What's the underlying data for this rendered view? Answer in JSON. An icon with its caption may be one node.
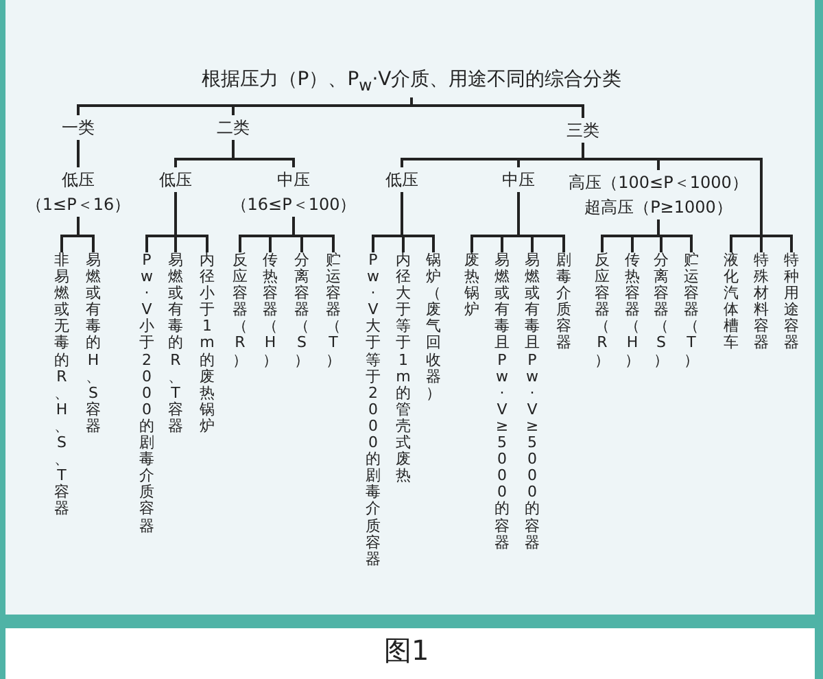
{
  "diagram": {
    "caption": "图1",
    "nodes": [
      {
        "text": [
          "根据压力（P）、P$_{w}$·V介质、用途不同的综合分类"
        ]
      },
      {
        "text": [
          "一类"
        ]
      },
      {
        "text": [
          "二类"
        ]
      },
      {
        "text": [
          "三类"
        ]
      },
      {
        "text": [
          "低压",
          "（1≤P＜16）"
        ]
      },
      {
        "text": [
          "低压"
        ]
      },
      {
        "text": [
          "中压",
          "（16≤P＜100）"
        ]
      },
      {
        "text": [
          "低压"
        ]
      },
      {
        "text": [
          "中压"
        ]
      },
      {
        "text": [
          "高压（100≤P＜1000）",
          "超高压（P≥1000）"
        ]
      },
      {
        "text": [
          "非易燃或无毒的R、H、S、T容器"
        ]
      },
      {
        "text": [
          "易燃或有毒的H、S容器"
        ]
      },
      {
        "text": [
          "Pw·V小于2000的剧毒介质容器"
        ]
      },
      {
        "text": [
          "易燃或有毒的R、T容器"
        ]
      },
      {
        "text": [
          "内径小于1m的废热锅炉"
        ]
      },
      {
        "text": [
          "反应容器（R）"
        ]
      },
      {
        "text": [
          "传热容器（H）"
        ]
      },
      {
        "text": [
          "分离容器（S）"
        ]
      },
      {
        "text": [
          "贮运容器（T）"
        ]
      },
      {
        "text": [
          "Pw·V大于等于2000的剧毒介质容器"
        ]
      },
      {
        "text": [
          "内径大于等于1m的管壳式废热"
        ]
      },
      {
        "text": [
          "锅炉（废气回收器）"
        ]
      },
      {
        "text": [
          "废热锅炉"
        ]
      },
      {
        "text": [
          "易燃或有毒且Pw·V≥5000的容器"
        ]
      },
      {
        "text": [
          "易燃或有毒且Pw·V≥5000的容器"
        ]
      },
      {
        "text": [
          "剧毒介质容器"
        ]
      },
      {
        "text": [
          "反应容器（R）"
        ]
      },
      {
        "text": [
          "传热容器（H）"
        ]
      },
      {
        "text": [
          "分离容器（S）"
        ]
      },
      {
        "text": [
          "贮运容器（T）"
        ]
      },
      {
        "text": [
          "液化汽体槽车"
        ]
      },
      {
        "text": [
          "特殊材料容器"
        ]
      },
      {
        "text": [
          "特种用途容器"
        ]
      }
    ],
    "edges": [
      {
        "from": 0,
        "to": 1,
        "arrow": "none"
      },
      {
        "from": 0,
        "to": 2,
        "arrow": "none"
      },
      {
        "from": 0,
        "to": 3,
        "arrow": "none"
      },
      {
        "from": 1,
        "to": 4,
        "arrow": "none"
      },
      {
        "from": 2,
        "to": 5,
        "arrow": "none"
      },
      {
        "from": 2,
        "to": 6,
        "arrow": "none"
      },
      {
        "from": 3,
        "to": 7,
        "arrow": "none"
      },
      {
        "from": 3,
        "to": 8,
        "arrow": "none"
      },
      {
        "from": 3,
        "to": 9,
        "arrow": "none"
      },
      {
        "from": 3,
        "to": 30,
        "arrow": "none"
      },
      {
        "from": 3,
        "to": 31,
        "arrow": "none"
      },
      {
        "from": 3,
        "to": 32,
        "arrow": "none"
      },
      {
        "from": 4,
        "to": 10,
        "arrow": "none"
      },
      {
        "from": 4,
        "to": 11,
        "arrow": "none"
      },
      {
        "from": 5,
        "to": 12,
        "arrow": "none"
      },
      {
        "from": 5,
        "to": 13,
        "arrow": "none"
      },
      {
        "from": 5,
        "to": 14,
        "arrow": "none"
      },
      {
        "from": 6,
        "to": 15,
        "arrow": "none"
      },
      {
        "from": 6,
        "to": 16,
        "arrow": "none"
      },
      {
        "from": 6,
        "to": 17,
        "arrow": "none"
      },
      {
        "from": 6,
        "to": 18,
        "arrow": "none"
      },
      {
        "from": 7,
        "to": 19,
        "arrow": "none"
      },
      {
        "from": 7,
        "to": 20,
        "arrow": "none"
      },
      {
        "from": 7,
        "to": 21,
        "arrow": "none"
      },
      {
        "from": 8,
        "to": 22,
        "arrow": "none"
      },
      {
        "from": 8,
        "to": 23,
        "arrow": "none"
      },
      {
        "from": 8,
        "to": 24,
        "arrow": "none"
      },
      {
        "from": 8,
        "to": 25,
        "arrow": "none"
      },
      {
        "from": 9,
        "to": 26,
        "arrow": "none"
      },
      {
        "from": 9,
        "to": 27,
        "arrow": "none"
      },
      {
        "from": 9,
        "to": 28,
        "arrow": "none"
      },
      {
        "from": 9,
        "to": 29,
        "arrow": "none"
      }
    ]
  }
}
